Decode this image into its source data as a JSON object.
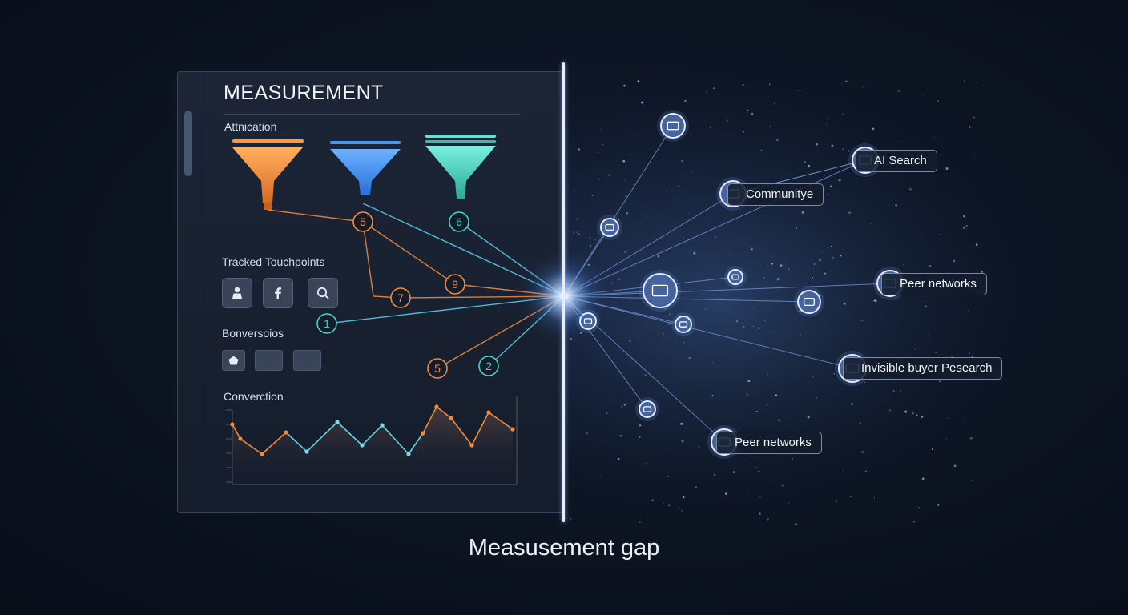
{
  "panel": {
    "title": "MEASUREMENT",
    "attribution_label": "Attnication",
    "touchpoints_label": "Tracked Touchpoints",
    "touchpoint_icons": [
      "person-icon",
      "facebook-icon",
      "search-icon"
    ],
    "conversions_label": "Bonversoios",
    "conversion_label": "Converction"
  },
  "funnels": [
    {
      "color": "#f08a3c",
      "name": "funnel-orange"
    },
    {
      "color": "#3d8cf0",
      "name": "funnel-blue"
    },
    {
      "color": "#43d3c2",
      "name": "funnel-teal"
    }
  ],
  "markers": [
    {
      "text": "5",
      "color": "orange"
    },
    {
      "text": "6",
      "color": "teal"
    },
    {
      "text": "9",
      "color": "orange"
    },
    {
      "text": "7",
      "color": "orange"
    },
    {
      "text": "1",
      "color": "teal"
    },
    {
      "text": "5",
      "color": "orange"
    },
    {
      "text": "2",
      "color": "teal"
    }
  ],
  "labels": {
    "ai_search": "AI Search",
    "community": "Communitye",
    "peer_networks_1": "Peer networks",
    "invisible_research": "Invisible buyer Pesearch",
    "peer_networks_2": "Peer networks"
  },
  "caption": "Measusement gap",
  "colors": {
    "orange": "#f08a3c",
    "teal": "#43d3c2",
    "blue": "#3d8cf0",
    "node": "#4a6aa3"
  }
}
